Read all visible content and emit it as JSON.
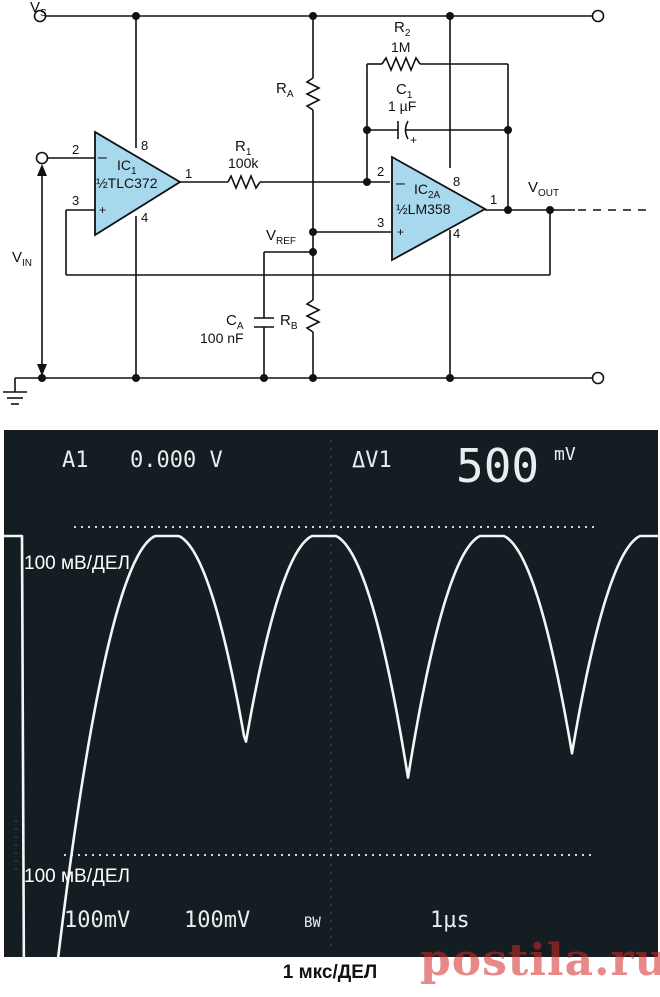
{
  "schematic": {
    "vs": "V",
    "vs_sub": "S",
    "vin": "V",
    "vin_sub": "IN",
    "vref": "V",
    "vref_sub": "REF",
    "vout": "V",
    "vout_sub": "OUT",
    "ic1_name": "IC",
    "ic1_sub": "1",
    "ic1_part": "½TLC372",
    "ic2_name": "IC",
    "ic2_sub": "2A",
    "ic2_part": "½LM358",
    "r1_name": "R",
    "r1_sub": "1",
    "r1_value": "100k",
    "r2_name": "R",
    "r2_sub": "2",
    "r2_value": "1M",
    "c1_name": "C",
    "c1_sub": "1",
    "c1_value": "1 µF",
    "ca_name": "C",
    "ca_sub": "A",
    "ca_value": "100 nF",
    "ra_name": "R",
    "ra_sub": "A",
    "rb_name": "R",
    "rb_sub": "B",
    "minus": "–",
    "plus": "+",
    "pins": {
      "ic1_in_minus": "2",
      "ic1_in_plus": "3",
      "ic1_vcc": "8",
      "ic1_gnd": "4",
      "ic1_out": "1",
      "ic2_in_minus": "2",
      "ic2_in_plus": "3",
      "ic2_vcc": "8",
      "ic2_gnd": "4",
      "ic2_out": "1"
    }
  },
  "scope": {
    "channel": "A1",
    "offset": "0.000 V",
    "delta": "ΔV1",
    "delta_value": "500",
    "delta_unit": "mV",
    "scale_top": "100 мВ/ДЕЛ",
    "scale_bottom": "100 мВ/ДЕЛ",
    "ch1_scale": "100mV",
    "ch2_scale": "100mV",
    "bw": "BW",
    "time_scale": "1µs"
  },
  "caption": "1 мкс/ДЕЛ",
  "watermark": "postila.ru",
  "colors": {
    "trace": "#f2f6f6",
    "screen": "#141d21",
    "wire": "#111111"
  }
}
